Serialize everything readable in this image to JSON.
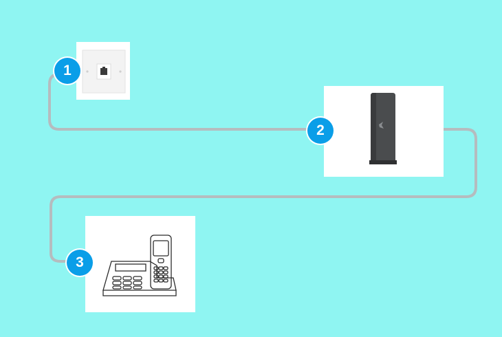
{
  "steps": [
    {
      "number": "1",
      "item": "wall-socket"
    },
    {
      "number": "2",
      "item": "modem"
    },
    {
      "number": "3",
      "item": "phone"
    }
  ],
  "colors": {
    "background": "#8ff5f2",
    "cable": "#b5bcbf",
    "badge": "#0a9ee8",
    "panel": "#ffffff",
    "modem_body": "#4a4c4e",
    "phone_line": "#2b2b2b"
  }
}
